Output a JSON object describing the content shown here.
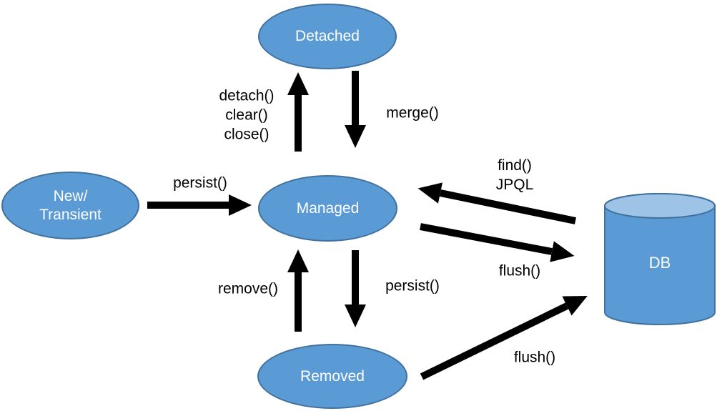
{
  "nodes": {
    "detached": {
      "label": "Detached"
    },
    "new_transient": {
      "line1": "New/",
      "line2": "Transient"
    },
    "managed": {
      "label": "Managed"
    },
    "removed": {
      "label": "Removed"
    },
    "db": {
      "label": "DB"
    }
  },
  "edges": {
    "persist_new": {
      "label": "persist()"
    },
    "detach_group": {
      "line1": "detach()",
      "line2": "clear()",
      "line3": "close()"
    },
    "merge": {
      "label": "merge()"
    },
    "remove": {
      "label": "remove()"
    },
    "persist_removed": {
      "label": "persist()"
    },
    "find_group": {
      "line1": "find()",
      "line2": "JPQL"
    },
    "flush_managed": {
      "label": "flush()"
    },
    "flush_removed": {
      "label": "flush()"
    }
  },
  "colors": {
    "node_fill": "#5b9bd5",
    "node_border": "#41719c",
    "cylinder_top_fill": "#9dc3e6",
    "node_text": "#ffffff",
    "arrow": "#000000",
    "label_text": "#000000",
    "background": "#ffffff"
  }
}
